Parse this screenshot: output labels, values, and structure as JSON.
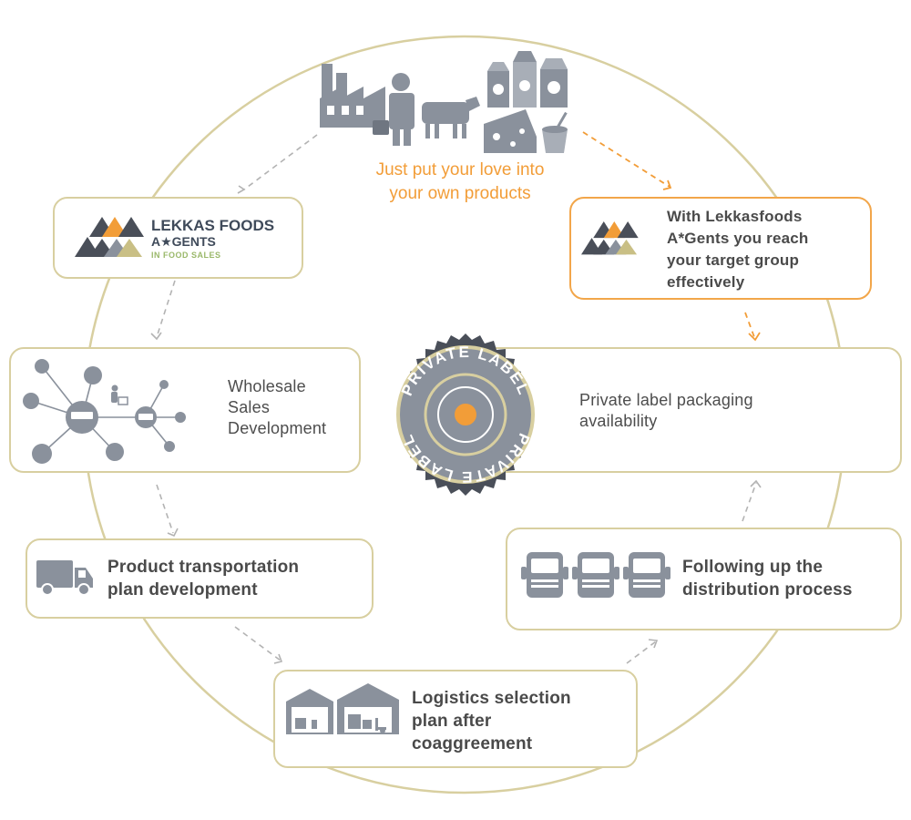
{
  "tagline": [
    "Just put your love into",
    "your own products"
  ],
  "logo": {
    "name": "LEKKAS FOODS",
    "subname": "A★GENTS",
    "tagline": "IN FOOD SALES"
  },
  "steps": [
    {
      "id": "reach",
      "lines": [
        "With Lekkasfoods",
        "A*Gents you reach",
        "your target group",
        "effectively"
      ],
      "icon": "lekkas-logo-icon"
    },
    {
      "id": "private-label",
      "lines": [
        "Private label packaging",
        "availability"
      ],
      "icon": "private-label-seal-icon"
    },
    {
      "id": "distribution",
      "lines": [
        "Following up the",
        "distribution process"
      ],
      "icon": "trucks-icon"
    },
    {
      "id": "logistics",
      "lines": [
        "Logistics selection",
        "plan after",
        "coaggreement"
      ],
      "icon": "warehouse-icon"
    },
    {
      "id": "transport",
      "lines": [
        "Product transportation",
        "plan development"
      ],
      "icon": "delivery-truck-icon"
    },
    {
      "id": "wholesale",
      "lines": [
        "Wholesale",
        "Sales",
        "Development"
      ],
      "icon": "network-icon"
    }
  ],
  "seal": {
    "text": "PRIVATE LABEL"
  },
  "colors": {
    "accent": "#f29d38",
    "ring": "#d8cfa0",
    "icon": "#8a919c",
    "dark": "#4a4f59"
  }
}
